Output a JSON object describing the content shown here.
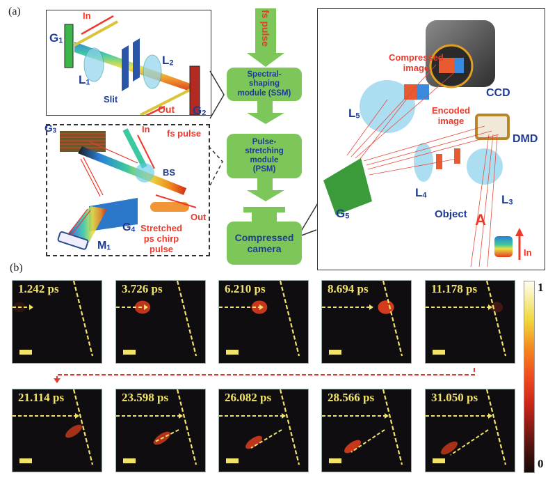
{
  "panel_a": {
    "label": "(a)",
    "ssm_inset": {
      "labels": {
        "g1": "G",
        "g1_sub": "1",
        "l1": "L",
        "l1_sub": "1",
        "slit": "Slit",
        "l2": "L",
        "l2_sub": "2",
        "g2": "G",
        "g2_sub": "2",
        "in": "In",
        "out": "Out"
      }
    },
    "psm_inset": {
      "labels": {
        "g3": "G",
        "g3_sub": "3",
        "in": "In",
        "fs_pulse": "fs pulse",
        "bs": "BS",
        "g4": "G",
        "g4_sub": "4",
        "out": "Out",
        "stretched_1": "Stretched",
        "stretched_2": "ps chirp",
        "stretched_3": "pulse",
        "m1": "M",
        "m1_sub": "1"
      }
    },
    "flow": {
      "input_arrow_label": "fs pulse",
      "ssm": [
        "Spectral-",
        "shaping",
        "module (SSM)"
      ],
      "psm": [
        "Pulse-",
        "stretching",
        "module",
        "(PSM)"
      ],
      "camera": [
        "Compressed",
        "camera"
      ]
    },
    "camera_inset": {
      "labels": {
        "compressed_image_1": "Compressed",
        "compressed_image_2": "image",
        "ccd": "CCD",
        "l5": "L",
        "l5_sub": "5",
        "encoded_image_1": "Encoded",
        "encoded_image_2": "image",
        "dmd": "DMD",
        "g5": "G",
        "g5_sub": "5",
        "l4": "L",
        "l4_sub": "4",
        "l3": "L",
        "l3_sub": "3",
        "object": "Object",
        "object_letter": "A",
        "in": "In"
      }
    }
  },
  "panel_b": {
    "label": "(b)",
    "frames_row1": [
      {
        "time": "1.242 ps",
        "intensity": 0.15
      },
      {
        "time": "3.726 ps",
        "intensity": 0.8
      },
      {
        "time": "6.210 ps",
        "intensity": 0.85
      },
      {
        "time": "8.694 ps",
        "intensity": 0.9
      },
      {
        "time": "11.178 ps",
        "intensity": 0.25
      }
    ],
    "frames_row2": [
      {
        "time": "21.114 ps",
        "intensity": 0.7
      },
      {
        "time": "23.598 ps",
        "intensity": 0.75
      },
      {
        "time": "26.082 ps",
        "intensity": 0.8
      },
      {
        "time": "28.566 ps",
        "intensity": 0.85
      },
      {
        "time": "31.050 ps",
        "intensity": 0.7
      }
    ],
    "colorbar": {
      "max_label": "1",
      "min_label": "0"
    },
    "colors": {
      "annotation": "#f2e36a",
      "connector": "#e53b2e"
    }
  }
}
